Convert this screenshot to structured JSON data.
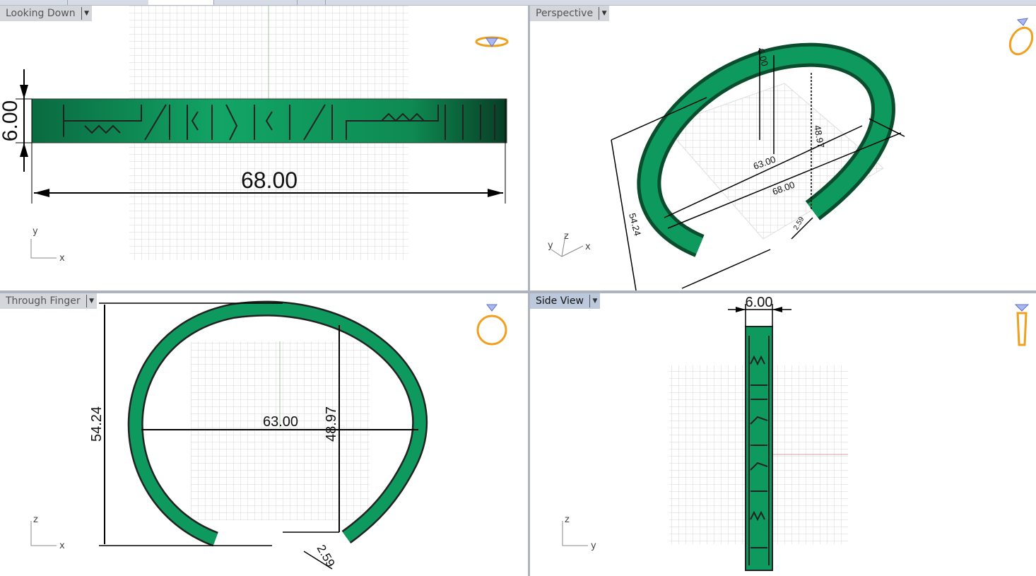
{
  "viewports": [
    {
      "label": "Looking Down",
      "active": false,
      "axes": [
        "y",
        "x"
      ],
      "dims": {
        "height": "6.00",
        "length": "68.00"
      }
    },
    {
      "label": "Perspective",
      "active": false,
      "axes": [
        "y",
        "z",
        "x"
      ],
      "dims": {
        "height": "6.00",
        "inner": "63.00",
        "outer": "68.00",
        "depth": "48.97",
        "tall": "54.24",
        "gap": "2.59"
      }
    },
    {
      "label": "Through Finger",
      "active": false,
      "axes": [
        "z",
        "x"
      ],
      "dims": {
        "inner": "63.00",
        "depth": "48.97",
        "tall": "54.24",
        "gap": "2.59"
      }
    },
    {
      "label": "Side View",
      "active": true,
      "axes": [
        "z",
        "y"
      ],
      "dims": {
        "width": "6.00"
      }
    }
  ],
  "colors": {
    "ring": "#0e9a5e",
    "ring_dark": "#0a5a36",
    "grid": "#d0d0d0",
    "active_label": "#bcc9dc",
    "icon": "#f0a020"
  },
  "icons": [
    "ring-top-icon",
    "ring-perspective-icon",
    "ring-front-icon",
    "ring-side-icon",
    "dropdown-arrow-icon"
  ]
}
